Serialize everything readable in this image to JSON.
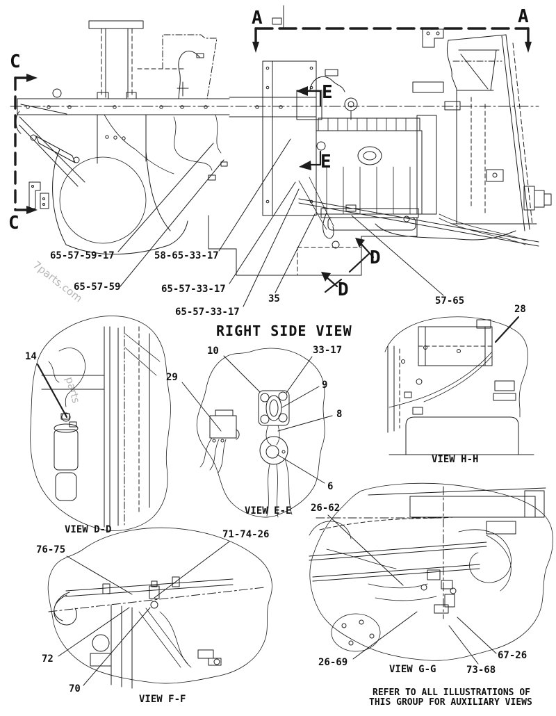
{
  "main_view": {
    "title": "RIGHT SIDE VIEW",
    "section_markers": {
      "a_left": "A",
      "a_right": "A",
      "c_top": "C",
      "c_bottom": "C",
      "e_top": "E",
      "e_bottom": "E",
      "d_upper": "D",
      "d_lower": "D"
    },
    "callouts": {
      "c65575917": "65-57-59-17",
      "c58653317": "58-65-33-17",
      "c655759": "65-57-59",
      "c65573317a": "65-57-33-17",
      "c65573317b": "65-57-33-17",
      "c35": "35",
      "c5765": "57-65"
    }
  },
  "views": {
    "dd": {
      "caption": "VIEW D-D",
      "callouts": {
        "c14": "14"
      }
    },
    "ee": {
      "caption": "VIEW E-E",
      "callouts": {
        "c10": "10",
        "c3317": "33-17",
        "c29": "29",
        "c9": "9",
        "c8": "8",
        "c6": "6"
      }
    },
    "hh": {
      "caption": "VIEW H-H",
      "callouts": {
        "c28": "28"
      }
    },
    "ff": {
      "caption": "VIEW F-F",
      "callouts": {
        "c7675": "76-75",
        "c717426": "71-74-26",
        "c72": "72",
        "c70": "70"
      }
    },
    "gg": {
      "caption": "VIEW G-G",
      "callouts": {
        "c2662": "26-62",
        "c2669": "26-69",
        "c6726": "67-26",
        "c7368": "73-68"
      }
    }
  },
  "footer": {
    "line1": "REFER TO ALL ILLUSTRATIONS OF",
    "line2": "THIS GROUP FOR AUXILIARY VIEWS"
  },
  "watermark": {
    "diagonal": "7parts.com",
    "vertical": "parts"
  }
}
